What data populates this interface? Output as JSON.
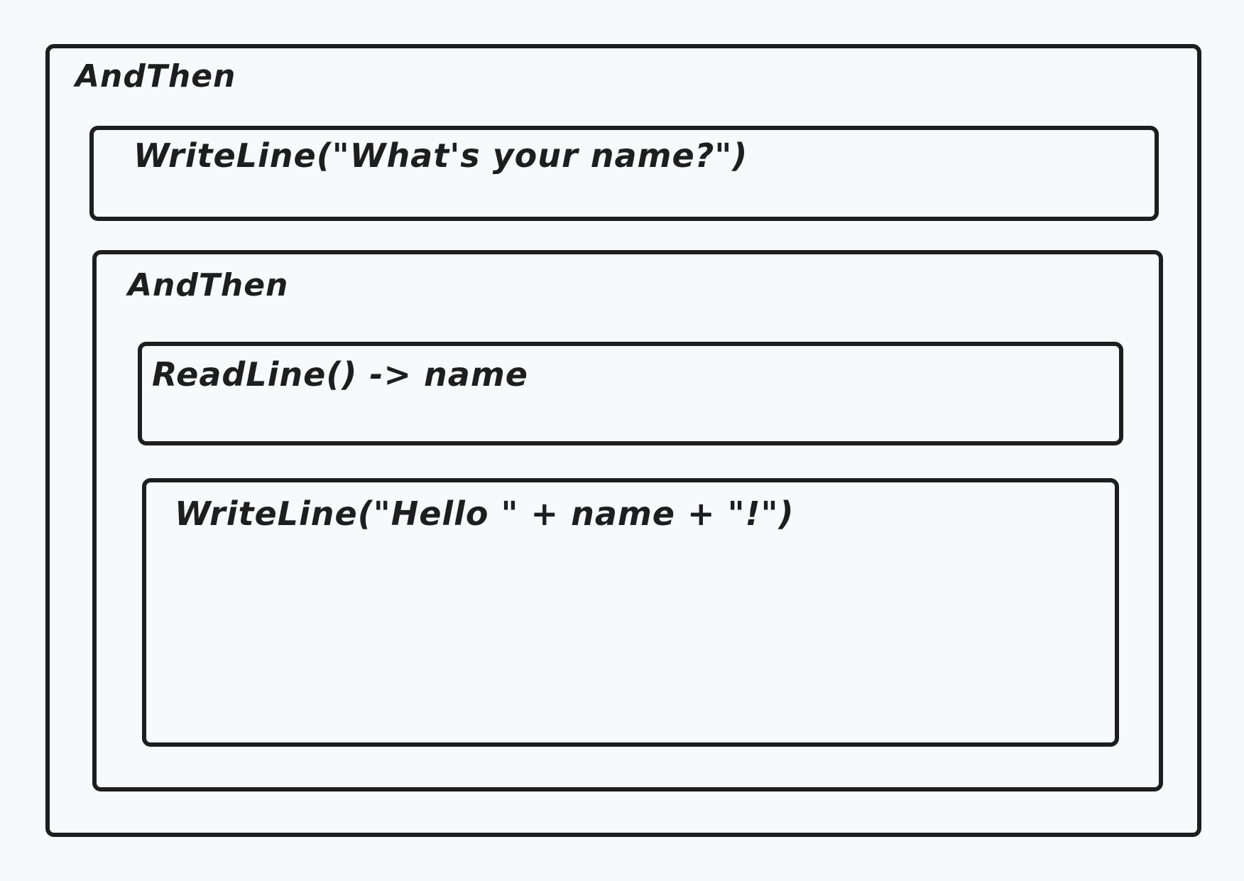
{
  "diagram": {
    "outer": {
      "label": "AndThen"
    },
    "first_step": {
      "label": "WriteLine(\"What's your name?\")"
    },
    "inner": {
      "label": "AndThen",
      "read_step": {
        "label": "ReadLine() -> name"
      },
      "greet_step": {
        "label": "WriteLine(\"Hello \" + name + \"!\")"
      }
    }
  },
  "colors": {
    "background": "#f8f9fa",
    "stroke": "#1e1e1e"
  }
}
